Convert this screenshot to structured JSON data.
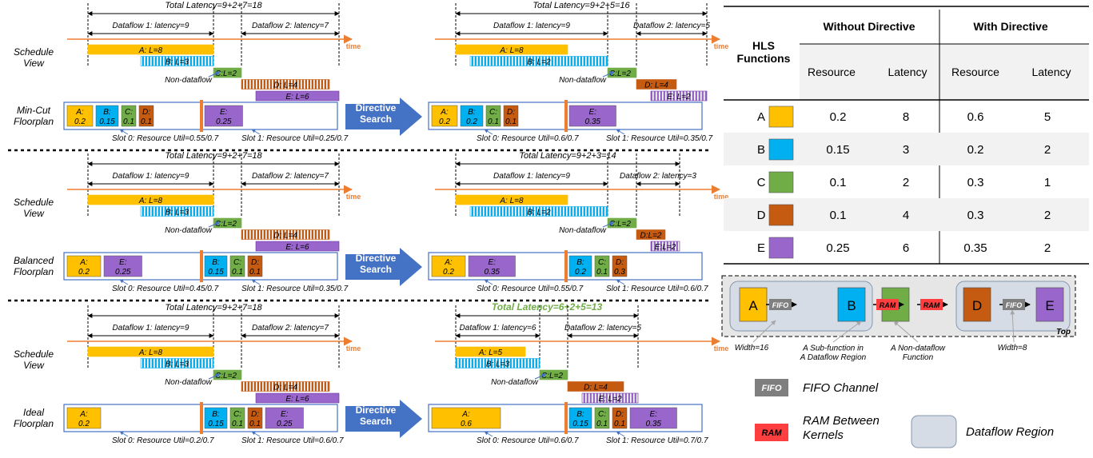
{
  "panels": [
    {
      "row_label": "Min-Cut\nFloorplan",
      "left": {
        "total_latency": "Total Latency=9+2+7=18",
        "df1": "Dataflow 1: latency=9",
        "df2": "Dataflow 2: latency=7",
        "bars": [
          "A: L=8",
          "B: L=3",
          "C:L=2",
          "D: L=4",
          "E: L=6"
        ],
        "slots": [
          [
            {
              "fn": "A",
              "l1": "A:",
              "l2": "0.2"
            },
            {
              "fn": "B",
              "l1": "B:",
              "l2": "0.15"
            },
            {
              "fn": "C",
              "l1": "C:",
              "l2": "0.1"
            },
            {
              "fn": "D",
              "l1": "D:",
              "l2": "0.1"
            }
          ],
          [
            {
              "fn": "E",
              "l1": "E:",
              "l2": "0.25"
            }
          ]
        ],
        "slot0": "Slot 0: Resource Util=0.55/0.7",
        "slot1": "Slot 1: Resource Util=0.25/0.7"
      },
      "right": {
        "total_latency": "Total Latency=9+2+5=16",
        "df1": "Dataflow 1: latency=9",
        "df2": "Dataflow 2: latency=5",
        "bars": [
          "A: L=8",
          "B: L=2",
          "C:L=2",
          "D: L=4",
          "E: L=2"
        ],
        "slots": [
          [
            {
              "fn": "A",
              "l1": "A:",
              "l2": "0.2"
            },
            {
              "fn": "B",
              "l1": "B:",
              "l2": "0.2"
            },
            {
              "fn": "C",
              "l1": "C:",
              "l2": "0.1"
            },
            {
              "fn": "D",
              "l1": "D:",
              "l2": "0.1"
            }
          ],
          [
            {
              "fn": "E",
              "l1": "E:",
              "l2": "0.35"
            }
          ]
        ],
        "slot0": "Slot 0: Resource Util=0.6/0.7",
        "slot1": "Slot 1: Resource Util=0.35/0.7"
      }
    },
    {
      "row_label": "Balanced\nFloorplan",
      "left": {
        "total_latency": "Total Latency=9+2+7=18",
        "df1": "Dataflow 1: latency=9",
        "df2": "Dataflow 2: latency=7",
        "bars": [
          "A: L=8",
          "B: L=3",
          "C:L=2",
          "D: L=4",
          "E: L=6"
        ],
        "slots": [
          [
            {
              "fn": "A",
              "l1": "A:",
              "l2": "0.2"
            },
            {
              "fn": "E",
              "l1": "E:",
              "l2": "0.25"
            }
          ],
          [
            {
              "fn": "B",
              "l1": "B:",
              "l2": "0.15"
            },
            {
              "fn": "C",
              "l1": "C:",
              "l2": "0.1"
            },
            {
              "fn": "D",
              "l1": "D:",
              "l2": "0.1"
            }
          ]
        ],
        "slot0": "Slot 0: Resource Util=0.45/0.7",
        "slot1": "Slot 1: Resource Util=0.35/0.7"
      },
      "right": {
        "total_latency": "Total Latency=9+2+3=14",
        "df1": "Dataflow 1: latency=9",
        "df2": "Dataflow 2: latency=3",
        "bars": [
          "A: L=8",
          "B: L=2",
          "C:L=2",
          "D:L=2",
          "E:L=2"
        ],
        "slots": [
          [
            {
              "fn": "A",
              "l1": "A:",
              "l2": "0.2"
            },
            {
              "fn": "E",
              "l1": "E:",
              "l2": "0.35"
            }
          ],
          [
            {
              "fn": "B",
              "l1": "B:",
              "l2": "0.2"
            },
            {
              "fn": "C",
              "l1": "C:",
              "l2": "0.1"
            },
            {
              "fn": "D",
              "l1": "D:",
              "l2": "0.3"
            }
          ]
        ],
        "slot0": "Slot 0: Resource Util=0.55/0.7",
        "slot1": "Slot 1: Resource Util=0.6/0.7"
      }
    },
    {
      "row_label": "Ideal\nFloorplan",
      "left": {
        "total_latency": "Total Latency=9+2+7=18",
        "df1": "Dataflow 1: latency=9",
        "df2": "Dataflow 2: latency=7",
        "bars": [
          "A: L=8",
          "B: L=3",
          "C:L=2",
          "D: L=4",
          "E: L=6"
        ],
        "slots": [
          [
            {
              "fn": "A",
              "l1": "A:",
              "l2": "0.2"
            }
          ],
          [
            {
              "fn": "B",
              "l1": "B:",
              "l2": "0.15"
            },
            {
              "fn": "C",
              "l1": "C:",
              "l2": "0.1"
            },
            {
              "fn": "D",
              "l1": "D:",
              "l2": "0.1"
            },
            {
              "fn": "E",
              "l1": "E:",
              "l2": "0.25"
            }
          ]
        ],
        "slot0": "Slot 0: Resource Util=0.2/0.7",
        "slot1": "Slot 1: Resource Util=0.6/0.7"
      },
      "right": {
        "total_latency": "Total Latency=6+2+5=13",
        "df1": "Dataflow 1: latency=6",
        "df2": "Dataflow 2: latency=5",
        "bars": [
          "A: L=5",
          "B: L=3",
          "C:L=2",
          "D: L=4",
          "E: L=2"
        ],
        "slots": [
          [
            {
              "fn": "A",
              "l1": "A:",
              "l2": "0.6"
            }
          ],
          [
            {
              "fn": "B",
              "l1": "B:",
              "l2": "0.15"
            },
            {
              "fn": "C",
              "l1": "C:",
              "l2": "0.1"
            },
            {
              "fn": "D",
              "l1": "D:",
              "l2": "0.1"
            },
            {
              "fn": "E",
              "l1": "E:",
              "l2": "0.35"
            }
          ]
        ],
        "slot0": "Slot 0: Resource Util=0.6/0.7",
        "slot1": "Slot 1: Resource Util=0.7/0.7"
      }
    }
  ],
  "schedule_view": "Schedule\nView",
  "time_label": "time",
  "non_dataflow": "Non-dataflow",
  "directive_search": "Directive\nSearch",
  "colors": {
    "A": "#FFC000",
    "B": "#00B0F0",
    "C": "#70AD47",
    "D": "#C55A11",
    "E": "#7030A0",
    "E_fill": "#9966CC",
    "time_axis": "#ED7D31",
    "slot_border": "#4472C4",
    "arrow": "#4472C4",
    "fifo": "#7F7F7F",
    "ram": "#FF3F3F",
    "region": "#D6DCE5",
    "total_green": "#70AD47"
  },
  "table": {
    "header_functions": "HLS\nFunctions",
    "header_without": "Without Directive",
    "header_with": "With Directive",
    "sub_headers": [
      "Resource",
      "Latency",
      "Resource",
      "Latency"
    ],
    "rows": [
      {
        "fn": "A",
        "wo_res": "0.2",
        "wo_lat": "8",
        "w_res": "0.6",
        "w_lat": "5"
      },
      {
        "fn": "B",
        "wo_res": "0.15",
        "wo_lat": "3",
        "w_res": "0.2",
        "w_lat": "2"
      },
      {
        "fn": "C",
        "wo_res": "0.1",
        "wo_lat": "2",
        "w_res": "0.3",
        "w_lat": "1"
      },
      {
        "fn": "D",
        "wo_res": "0.1",
        "wo_lat": "4",
        "w_res": "0.3",
        "w_lat": "2"
      },
      {
        "fn": "E",
        "wo_res": "0.25",
        "wo_lat": "6",
        "w_res": "0.35",
        "w_lat": "2"
      }
    ]
  },
  "diagram": {
    "nodes": [
      "A",
      "B",
      "C",
      "D",
      "E"
    ],
    "fifo": "FIFO",
    "ram": "RAM",
    "top": "Top",
    "notes": [
      "Width=16",
      "A Sub-function in\nA Dataflow Region",
      "A Non-dataflow\nFunction",
      "Width=8"
    ]
  },
  "legend": {
    "fifo_chip": "FIFO",
    "fifo_text": "FIFO Channel",
    "ram_chip": "RAM",
    "ram_text": "RAM Between\nKernels",
    "region_text": "Dataflow Region"
  }
}
